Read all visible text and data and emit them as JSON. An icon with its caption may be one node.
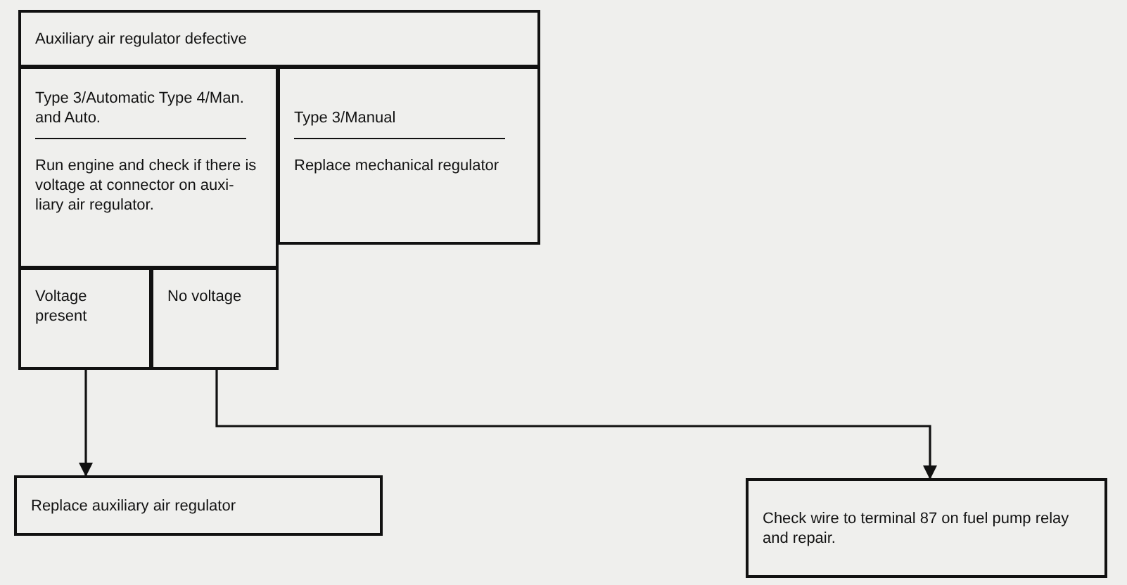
{
  "diagram": {
    "nodes": [
      {
        "text": [
          "Auxiliary air regulator defective"
        ]
      },
      {
        "text": [
          "Type 3/Automatic Type 4/Man. and Auto.",
          "Run engine and check if there is voltage at connector on auxi- liary air regulator."
        ]
      },
      {
        "text": [
          "Type 3/Manual",
          "Replace mechanical regulator"
        ]
      },
      {
        "text": [
          "Voltage present"
        ]
      },
      {
        "text": [
          "No voltage"
        ]
      },
      {
        "text": [
          "Replace auxiliary air regulator"
        ]
      },
      {
        "text": [
          "Check wire to terminal 87 on fuel pump relay and repair."
        ]
      }
    ],
    "edges": [
      {
        "from": 3,
        "to": 5,
        "arrow": "to"
      },
      {
        "from": 4,
        "to": 6,
        "arrow": "to"
      }
    ]
  }
}
